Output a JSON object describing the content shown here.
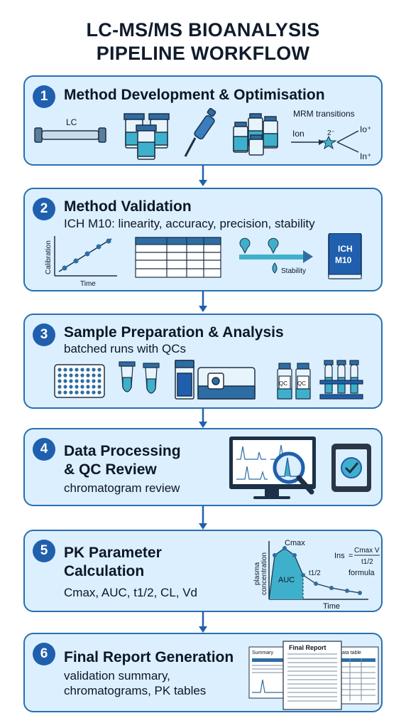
{
  "title_line1": "LC-MS/MS BIOANALYSIS",
  "title_line2": "PIPELINE WORKFLOW",
  "steps": [
    {
      "number": "1",
      "title": "Method Development & Optimisation",
      "labels": {
        "lc": "LC",
        "mrm": "MRM transitions",
        "ion": "Ion",
        "charge": "2⁻",
        "ion_out1": "Io⁺",
        "ion_out2": "In⁺"
      }
    },
    {
      "number": "2",
      "title": "Method Validation",
      "subtitle": "ICH M10: linearity, accuracy, precision, stability",
      "labels": {
        "calibration": "Calibration",
        "time": "Time",
        "stability": "Stability",
        "book1": "ICH",
        "book2": "M10"
      }
    },
    {
      "number": "3",
      "title": "Sample Preparation & Analysis",
      "subtitle": "batched runs with QCs",
      "labels": {
        "qc1": "QC",
        "qc2": "QC"
      }
    },
    {
      "number": "4",
      "title_line1": "Data Processing",
      "title_line2": "& QC Review",
      "subtitle": "chromatogram review"
    },
    {
      "number": "5",
      "title_line1": "PK Parameter",
      "title_line2": "Calculation",
      "subtitle": "Cmax, AUC, t1/2, CL, Vd",
      "labels": {
        "yaxis1": "plasma",
        "yaxis2": "concentration",
        "cmax": "Cmax",
        "auc": "AUC",
        "thalf": "t1/2",
        "time": "Time",
        "formula_lhs": "Ins",
        "formula_num": "Cmax V",
        "formula_den": "t1/2",
        "formula_word": "formula"
      }
    },
    {
      "number": "6",
      "title": "Final Report Generation",
      "subtitle_line1": "validation summary,",
      "subtitle_line2": "chromatograms, PK tables",
      "labels": {
        "summary": "Summary",
        "final_report": "Final Report",
        "data_table": "Data table"
      }
    }
  ],
  "colors": {
    "card_bg": "#dcefff",
    "card_border": "#2a6fb0",
    "accent": "#1f5fae",
    "teal": "#38b3c9"
  }
}
